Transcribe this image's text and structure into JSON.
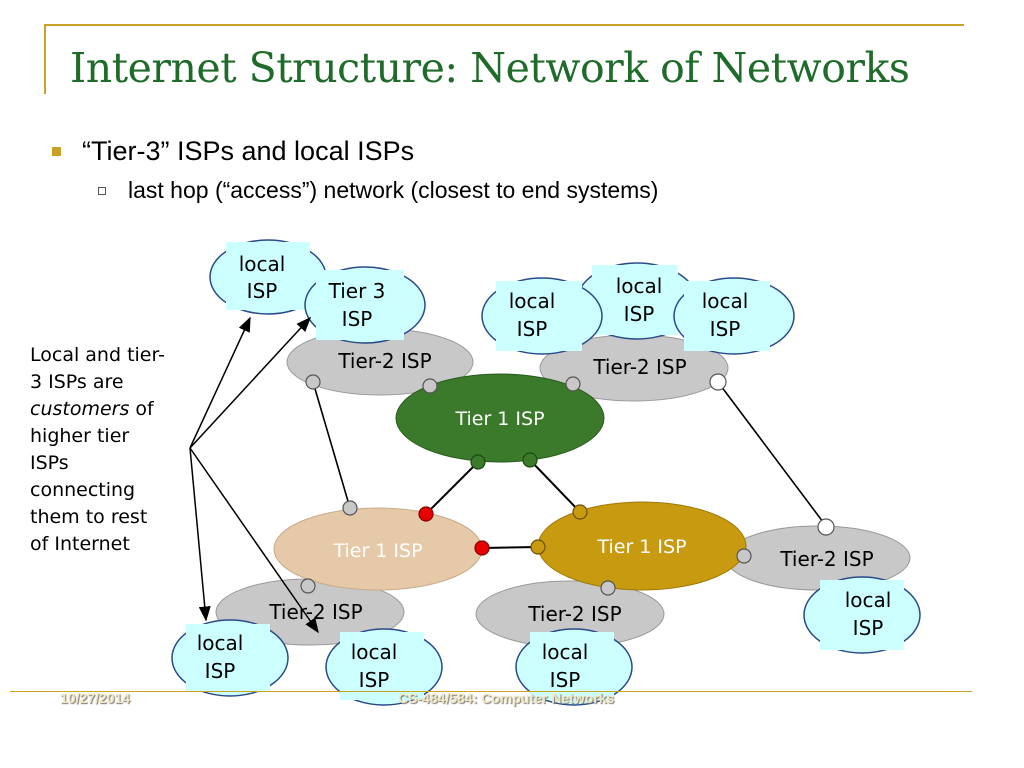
{
  "slide": {
    "title": "Internet Structure: Network of Networks",
    "bullet_main": "“Tier-3” ISPs and local ISPs",
    "bullet_sub": "last hop (“access”) network (closest to end systems)",
    "side_note": {
      "line1": "Local and tier-",
      "line2": "3 ISPs are",
      "line3_italic": "customers",
      "line3_rest": " of",
      "line4": "higher tier",
      "line5": "ISPs",
      "line6": "connecting",
      "line7": "them to rest",
      "line8": "of Internet"
    },
    "footer_date": "10/27/2014",
    "footer_course": "CS-484/584: Computer Networks"
  },
  "diagram": {
    "tier1_center": "Tier 1 ISP",
    "tier1_left": "Tier 1 ISP",
    "tier1_right": "Tier 1 ISP",
    "tier2_top_left": "Tier-2 ISP",
    "tier2_top_right": "Tier-2 ISP",
    "tier2_bottom_left": "Tier-2 ISP",
    "tier2_bottom_mid": "Tier-2 ISP",
    "tier2_right": "Tier-2 ISP",
    "tier3": [
      "Tier 3",
      "ISP"
    ],
    "local_isp": [
      "local",
      "ISP"
    ]
  },
  "colors": {
    "title": "#1f6b2a",
    "tier1_center": "#3a7a2a",
    "tier1_left": "#e6c9a8",
    "tier1_right": "#c89a10",
    "tier2": "#c8c8c8",
    "local_isp": "#ccffff",
    "peering_dot": "#e60000",
    "accent": "#c9a227"
  }
}
